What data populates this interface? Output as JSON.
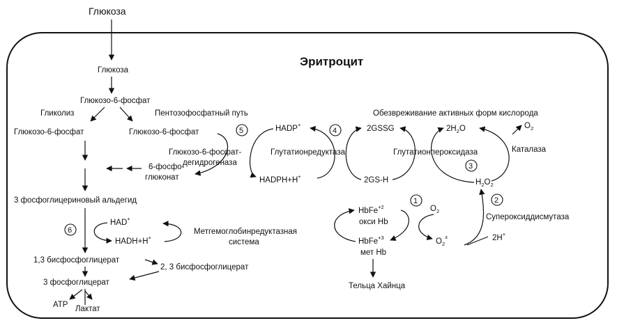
{
  "title": "Эритроцит",
  "outside_glucose": "Глюкоза",
  "labels": {
    "glucose": "Глюкоза",
    "g6p_top": "Глюкозо-6-фосфат",
    "glycolysis": "Гликолиз",
    "g6p_left": "Глюкозо-6-фосфат",
    "pentose_path": "Пентозофосфатный путь",
    "g6p_right": "Глюкозо-6-фосфат",
    "g6pdh_1": "Глюкозо-6-фосфат-",
    "g6pdh_2": "дегидрогеназа",
    "phosphogluconate_1": "6-фосфо-",
    "phosphogluconate_2": "глюконат",
    "pga_aldehyde": "3 фосфоглицериновый альдегид",
    "nad": "HAD",
    "nadh": "HADH+H",
    "methb_reductase_1": "Метгемоглобинредуктазная",
    "methb_reductase_2": "система",
    "bpg13": "1,3 бисфосфоглицерат",
    "bpg23": "2, 3 бисфосфоглицерат",
    "pg3": "3 фосфоглицерат",
    "atp": "АТР",
    "lactate": "Лактат",
    "nadp": "HADP",
    "nadph": "HADPH+H",
    "gssg": "2GSSG",
    "gsh": "2GS-H",
    "glut_reductase": "Глутатионредуктаза",
    "glut_peroxidase": "Глутатионпероксидаза",
    "detox": "Обезвреживание активных форм кислорода",
    "h2o_2": "2H",
    "h2o_sub": "2",
    "h2o_o": "O",
    "o2_cat": "O",
    "o2_cat_sub": "2",
    "catalase": "Каталаза",
    "h2o2": "H",
    "h2o2_sub1": "2",
    "h2o2_o": "O",
    "h2o2_sub2": "2",
    "sod": "Супероксиддисмутаза",
    "two_h": "2H",
    "hbfe2": "HbFe",
    "hbfe2_sup": "+2",
    "oxy_hb": "окси Hb",
    "hbfe3": "HbFe",
    "hbfe3_sup": "+3",
    "met_hb": "мет Hb",
    "o2_hb": "O",
    "o2_hb_sub": "2",
    "superoxide": "O",
    "superoxide_sub": "2",
    "superoxide_sup": "±",
    "heinz": "Тельца Хайнца",
    "plus": "+"
  },
  "markers": [
    "1",
    "2",
    "3",
    "4",
    "5",
    "6"
  ]
}
